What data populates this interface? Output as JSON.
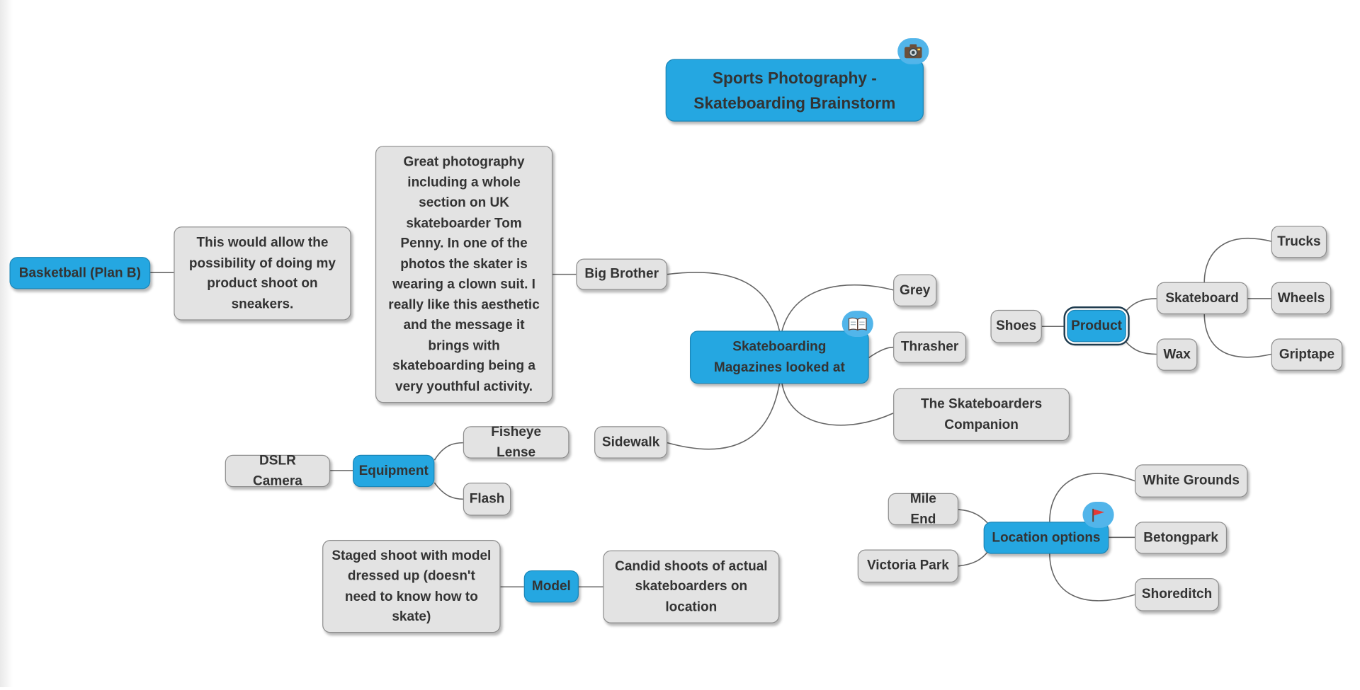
{
  "central": {
    "label": "Sports Photography - Skateboarding Brainstorm",
    "icon": "camera-icon"
  },
  "nodes": {
    "basketball": "Basketball (Plan B)",
    "basketball_note": "This would allow the possibility of doing my product shoot on sneakers.",
    "big_brother_note": "Great photography including a whole section on UK skateboarder Tom Penny. In one of the photos the skater is wearing a clown suit. I really like this aesthetic and the message it brings with skateboarding being a very youthful activity.",
    "big_brother": "Big Brother",
    "magazines": "Skateboarding Magazines looked at",
    "grey": "Grey",
    "thrasher": "Thrasher",
    "companion": "The Skateboarders Companion",
    "sidewalk": "Sidewalk",
    "equipment": "Equipment",
    "dslr": "DSLR Camera",
    "fisheye": "Fisheye Lense",
    "flash": "Flash",
    "model": "Model",
    "staged": "Staged shoot with model dressed up (doesn't need to know how to skate)",
    "candid": "Candid shoots of actual skateboarders on location",
    "product": "Product",
    "shoes": "Shoes",
    "skateboard": "Skateboard",
    "wax": "Wax",
    "trucks": "Trucks",
    "wheels": "Wheels",
    "griptape": "Griptape",
    "location": "Location options",
    "mile_end": "Mile End",
    "victoria_park": "Victoria Park",
    "white_grounds": "White Grounds",
    "betongpark": "Betongpark",
    "shoreditch": "Shoreditch"
  },
  "icons": {
    "magazines": "book-icon",
    "location": "flag-icon"
  },
  "colors": {
    "topic": "#25a7e1",
    "subtopic": "#e3e3e3",
    "line": "#666666",
    "text": "#333333"
  }
}
